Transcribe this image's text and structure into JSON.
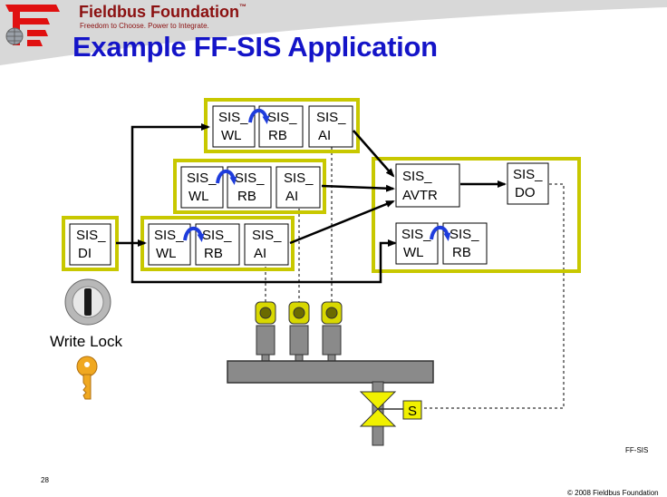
{
  "header": {
    "brand": "Fieldbus Foundation",
    "trademark": "™",
    "tagline": "Freedom to Choose. Power to Integrate.",
    "title": "Example FF-SIS Application",
    "brand_color": "#8b1010",
    "title_color": "#1414c8"
  },
  "diagram": {
    "frame_color": "#c8c800",
    "rows": [
      {
        "blocks": [
          {
            "line1": "SIS_",
            "line2": "WL"
          },
          {
            "line1": "SIS_",
            "line2": "RB"
          },
          {
            "line1": "SIS_",
            "line2": "AI"
          }
        ]
      },
      {
        "blocks": [
          {
            "line1": "SIS_",
            "line2": "WL"
          },
          {
            "line1": "SIS_",
            "line2": "RB"
          },
          {
            "line1": "SIS_",
            "line2": "AI"
          }
        ]
      },
      {
        "blocks": [
          {
            "line1": "SIS_",
            "line2": "WL"
          },
          {
            "line1": "SIS_",
            "line2": "RB"
          },
          {
            "line1": "SIS_",
            "line2": "AI"
          }
        ]
      }
    ],
    "di_block": {
      "line1": "SIS_",
      "line2": "DI"
    },
    "logic": {
      "avtr": {
        "line1": "SIS_",
        "line2": "AVTR"
      },
      "do": {
        "line1": "SIS_",
        "line2": "DO"
      },
      "wl": {
        "line1": "SIS_",
        "line2": "WL"
      },
      "rb": {
        "line1": "SIS_",
        "line2": "RB"
      }
    },
    "solenoid_label": "S",
    "write_lock_label": "Write Lock",
    "tag": "FF-SIS"
  },
  "footer": {
    "page_number": "28",
    "copyright": "© 2008 Fieldbus Foundation"
  }
}
